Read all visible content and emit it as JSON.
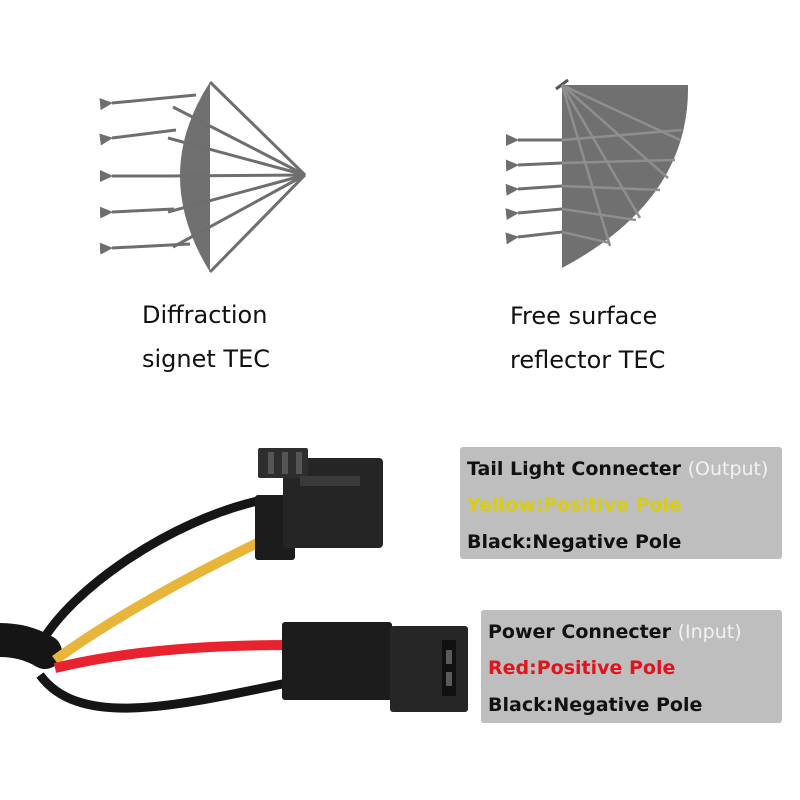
{
  "diagrams": {
    "left": {
      "caption_line1": "Diffraction",
      "caption_line2": "signet TEC"
    },
    "right": {
      "caption_line1": "Free surface",
      "caption_line2": "reflector TEC"
    }
  },
  "tail_connector": {
    "title": "Tail Light Connecter",
    "title_note": "(Output)",
    "positive_label": "Yellow:Positive Pole",
    "negative_label": "Black:Negative Pole"
  },
  "power_connector": {
    "title": "Power Connecter",
    "title_note": "(Input)",
    "positive_label": "Red:Positive Pole",
    "negative_label": "Black:Negative Pole"
  },
  "colors": {
    "diagram_fill": "#707070",
    "wire_yellow": "#e6b53a",
    "wire_red": "#e8232f",
    "wire_black": "#151515",
    "label_yellow": "#d8cc1a",
    "label_red": "#e0141c"
  }
}
